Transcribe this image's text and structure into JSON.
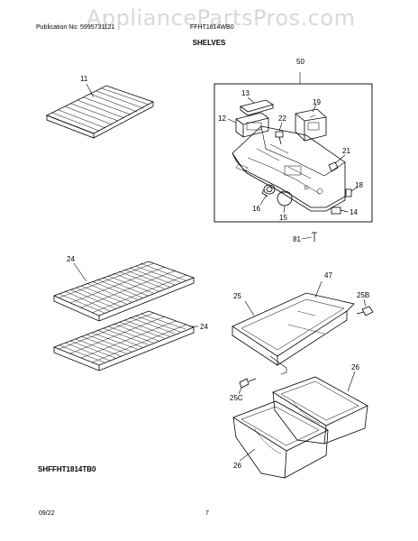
{
  "header": {
    "publication": "Publication No: 5995731121",
    "model": "FFHT1814WB0",
    "section_title": "SHELVES"
  },
  "watermark": "AppliancePartsPros.com",
  "callouts": {
    "c50": "50",
    "c11": "11",
    "c13": "13",
    "c12": "12",
    "c19": "19",
    "c22": "22",
    "c21": "21",
    "c18": "18",
    "c16": "16",
    "c15": "15",
    "c14": "14",
    "c81": "81",
    "c24a": "24",
    "c24b": "24",
    "c47": "47",
    "c25": "25",
    "c25b": "25B",
    "c26a": "26",
    "c25c": "25C",
    "c26b": "26"
  },
  "footer": {
    "diagram_code": "SHFFHT1814TB0",
    "date": "09/22",
    "page_number": "7"
  }
}
